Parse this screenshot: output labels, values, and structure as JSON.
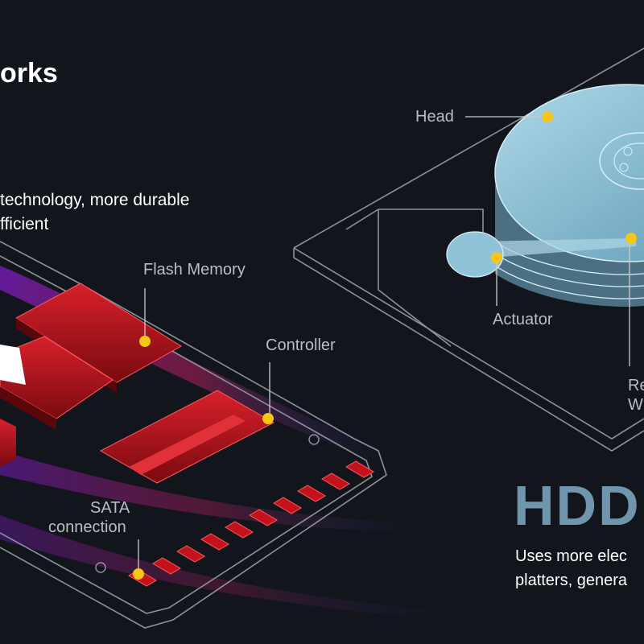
{
  "title_fragment": "orks",
  "ssd": {
    "desc_line1": "technology, more durable",
    "desc_line2": "fficient",
    "labels": {
      "flash_memory": "Flash Memory",
      "controller": "Controller",
      "sata_line1": "SATA",
      "sata_line2": "connection"
    }
  },
  "hdd": {
    "title": "HDD",
    "labels": {
      "head": "Head",
      "actuator": "Actuator",
      "rw_line1": "Re",
      "rw_line2": "W"
    },
    "desc_line1": "Uses more elec",
    "desc_line2": "platters, genera"
  },
  "colors": {
    "background": "#12161c",
    "marker": "#f5c518",
    "ssd_chip": "#c4121c",
    "hdd_platter": "#8fc3d8",
    "hdd_title": "#6f96ad"
  }
}
